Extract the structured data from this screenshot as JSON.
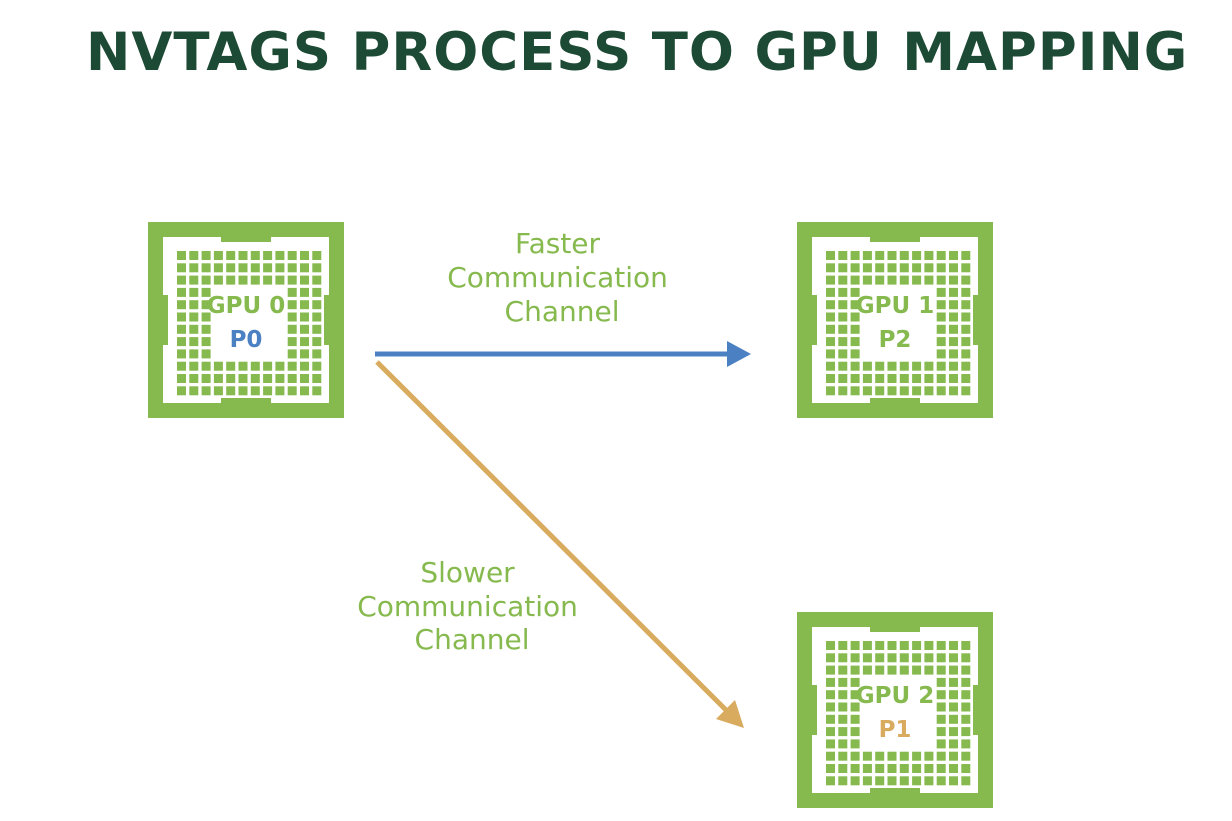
{
  "title": "NVTAGS PROCESS TO GPU MAPPING",
  "colors": {
    "title": "#1c4a34",
    "chip_green": "#86b94e",
    "label_green": "#86b94e",
    "fast_arrow": "#4b80c3",
    "slow_arrow": "#d9ab5e",
    "p0_color": "#4b80c3",
    "p2_color": "#86b94e",
    "p1_color": "#d9ab5e"
  },
  "gpus": [
    {
      "id": "gpu-0",
      "gpu_label": "GPU 0",
      "process_label": "P0"
    },
    {
      "id": "gpu-1",
      "gpu_label": "GPU 1",
      "process_label": "P2"
    },
    {
      "id": "gpu-2",
      "gpu_label": "GPU 2",
      "process_label": "P1"
    }
  ],
  "channels": {
    "fast": {
      "lines": [
        "Faster",
        "Communication",
        "Channel"
      ]
    },
    "slow": {
      "lines": [
        "Slower",
        "Communication",
        "Channel"
      ]
    }
  }
}
